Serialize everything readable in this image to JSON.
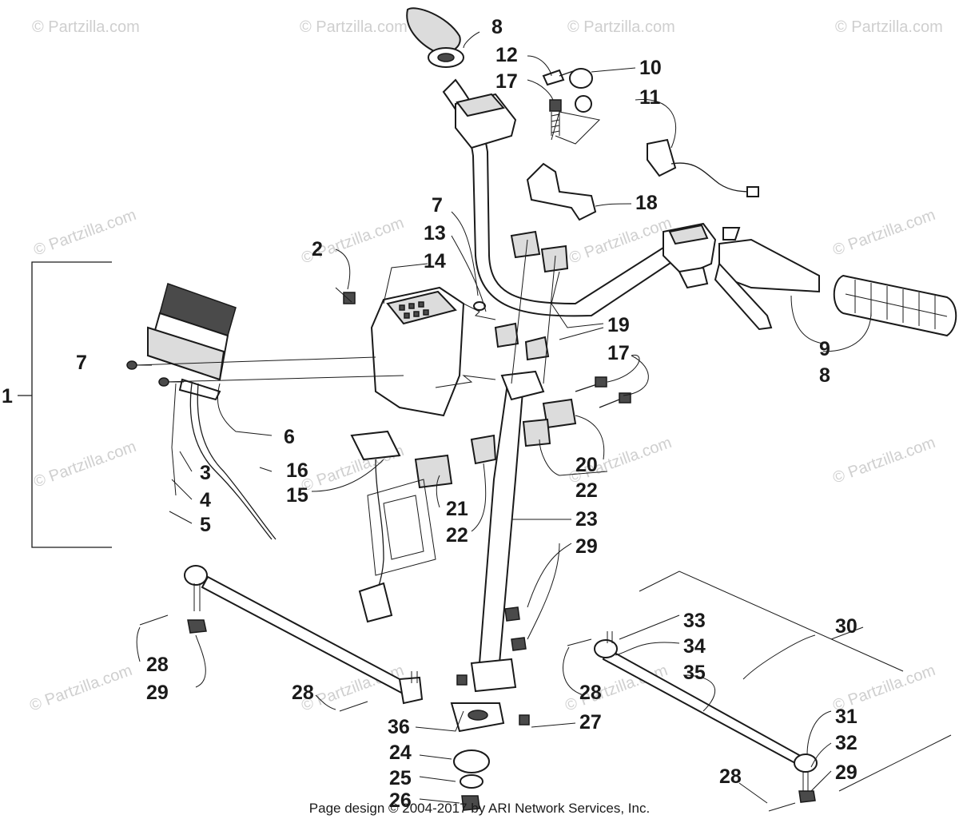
{
  "watermark": "© Partzilla.com",
  "footer": "Page design © 2004-2017 by ARI Network Services, Inc.",
  "callouts": {
    "c1": "1",
    "c2": "2",
    "c3": "3",
    "c4": "4",
    "c5": "5",
    "c6": "6",
    "c7a": "7",
    "c7b": "7",
    "c8a": "8",
    "c8b": "8",
    "c9": "9",
    "c10": "10",
    "c11": "11",
    "c12": "12",
    "c13": "13",
    "c14": "14",
    "c15": "15",
    "c16": "16",
    "c17a": "17",
    "c17b": "17",
    "c18": "18",
    "c19": "19",
    "c20": "20",
    "c21": "21",
    "c22a": "22",
    "c22b": "22",
    "c23": "23",
    "c24": "24",
    "c25": "25",
    "c26": "26",
    "c27": "27",
    "c28a": "28",
    "c28b": "28",
    "c28c": "28",
    "c28d": "28",
    "c29a": "29",
    "c29b": "29",
    "c29c": "29",
    "c30": "30",
    "c31": "31",
    "c32": "32",
    "c33": "33",
    "c34": "34",
    "c35": "35",
    "c36": "36"
  }
}
